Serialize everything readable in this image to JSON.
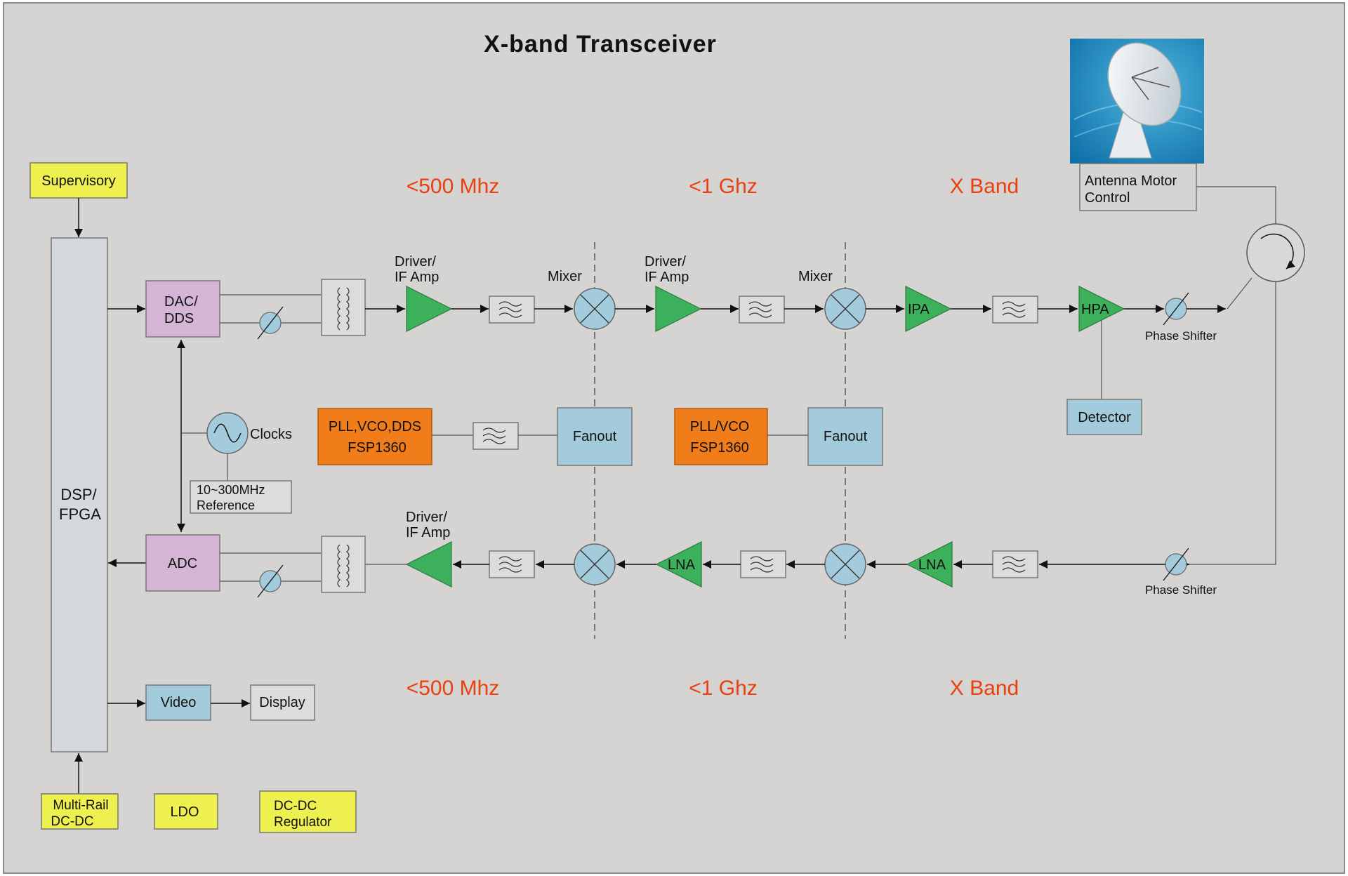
{
  "title": "X-band Transceiver",
  "bands": {
    "low": "<500 Mhz",
    "mid": "<1 Ghz",
    "high": "X Band"
  },
  "blocks": {
    "supervisory": "Supervisory",
    "dsp_l1": "DSP/",
    "dsp_l2": "FPGA",
    "dac_l1": "DAC/",
    "dac_l2": "DDS",
    "adc": "ADC",
    "clocks": "Clocks",
    "ref_l1": "10~300MHz",
    "ref_l2": "Reference",
    "pll1_l1": "PLL,VCO,DDS",
    "pll1_l2": "FSP1360",
    "pll2_l1": "PLL/VCO",
    "pll2_l2": "FSP1360",
    "fanout": "Fanout",
    "detector": "Detector",
    "antenna_l1": "Antenna Motor",
    "antenna_l2": "Control",
    "video": "Video",
    "display": "Display",
    "multirail_l1": "Multi-Rail",
    "multirail_l2": "DC-DC",
    "ldo": "LDO",
    "dcdc_l1": "DC-DC",
    "dcdc_l2": "Regulator"
  },
  "labels": {
    "driver_l1": "Driver/",
    "driver_l2": "IF Amp",
    "mixer": "Mixer",
    "ipa": "IPA",
    "hpa": "HPA",
    "lna": "LNA",
    "phase_shifter": "Phase Shifter"
  },
  "colors": {
    "background": "#d6d3d3",
    "amplifier": "#3cb05a",
    "pll": "#f07d1a",
    "fanout": "#a4cbdc",
    "dac_adc": "#d5b5d6",
    "power": "#eef04f",
    "band_text": "#e8400e"
  },
  "icons": [
    "satellite-dish-icon",
    "circulator-icon",
    "filter-icon",
    "mixer-icon",
    "oscillator-icon",
    "phase-shifter-icon",
    "amplifier-icon",
    "transformer-icon"
  ]
}
